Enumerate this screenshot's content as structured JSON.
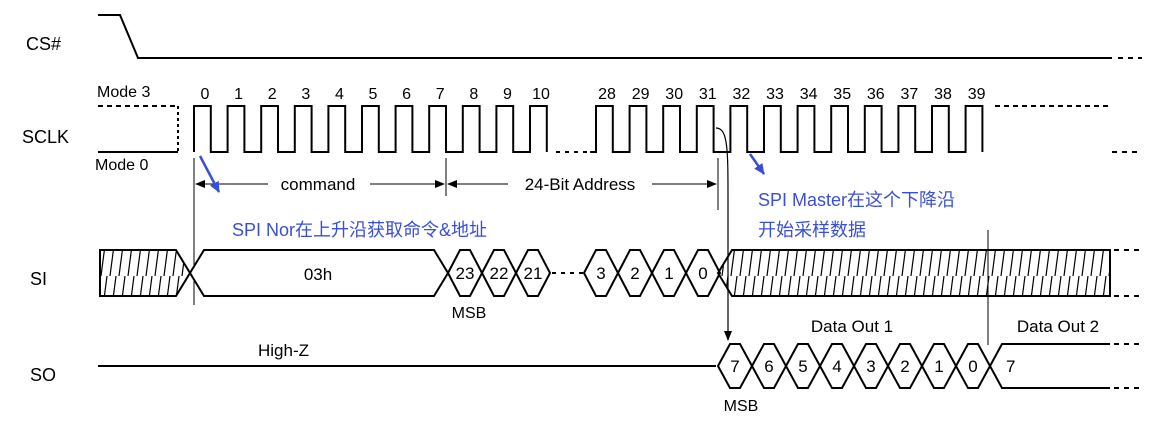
{
  "signals": {
    "cs": "CS#",
    "sclk": "SCLK",
    "si": "SI",
    "so": "SO"
  },
  "modes": {
    "mode3": "Mode 3",
    "mode0": "Mode 0"
  },
  "clock_numbers_a": [
    "0",
    "1",
    "2",
    "3",
    "4",
    "5",
    "6",
    "7",
    "8",
    "9",
    "10"
  ],
  "clock_numbers_b": [
    "28",
    "29",
    "30",
    "31",
    "32",
    "33",
    "34",
    "35",
    "36",
    "37",
    "38",
    "39"
  ],
  "segments": {
    "command": "command",
    "address": "24-Bit Address"
  },
  "annotations": {
    "nor_note": "SPI Nor在上升沿获取命令&地址",
    "master_note_1": "SPI Master在这个下降沿",
    "master_note_2": "开始采样数据"
  },
  "si_data": {
    "opcode": "03h",
    "addr_high": [
      "23",
      "22",
      "21"
    ],
    "addr_low": [
      "3",
      "2",
      "1",
      "0"
    ],
    "msb": "MSB"
  },
  "so_data": {
    "high_z": "High-Z",
    "data_out_1": "Data Out 1",
    "data_out_2": "Data Out 2",
    "bits": [
      "7",
      "6",
      "5",
      "4",
      "3",
      "2",
      "1",
      "0"
    ],
    "next_bit": "7",
    "msb": "MSB"
  },
  "colors": {
    "line": "#000000",
    "annotation": "#3a4fd8"
  }
}
